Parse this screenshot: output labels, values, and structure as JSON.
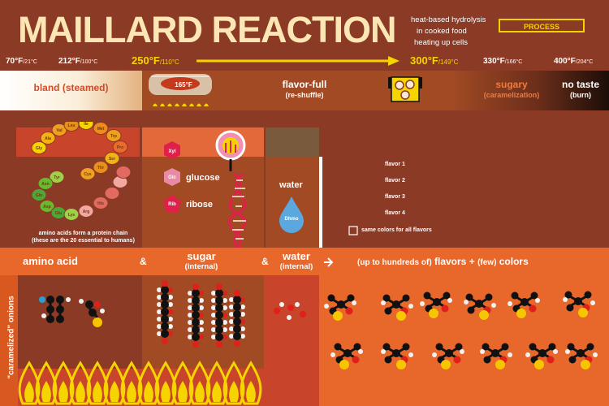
{
  "header": {
    "title": "MAILLARD REACTION",
    "description": [
      "heat-based hydrolysis",
      "in cooked food",
      "heating up cells"
    ],
    "process_label": "PROCESS"
  },
  "temperatures": [
    {
      "f": "70°F",
      "c": "/21°C",
      "hot": false
    },
    {
      "f": "212°F",
      "c": "/100°C",
      "hot": false
    },
    {
      "f": "250°F",
      "c": "/110°C",
      "hot": true
    },
    {
      "f": "300°F",
      "c": "/149°C",
      "hot": true
    },
    {
      "f": "330°F",
      "c": "/166°C",
      "hot": false
    },
    {
      "f": "400°F",
      "c": "/204°C",
      "hot": false
    }
  ],
  "stages": {
    "bland": "bland (steamed)",
    "pot_temp": "165°F",
    "flavor_full": "flavor-full",
    "flavor_full_sub": "(re-shuffle)",
    "sugary": "sugary",
    "sugary_sub": "(caramelization)",
    "no_taste": "no taste",
    "no_taste_sub": "(burn)"
  },
  "amino_acids": {
    "top": [
      "Gly",
      "Ala",
      "Val",
      "Leu",
      "Ile",
      "Met",
      "Trp",
      "Pro",
      "Ser",
      "Thr",
      "Cys"
    ],
    "bottom": [
      "Tyr",
      "Asn",
      "Gln",
      "Asp",
      "Glu",
      "Lys",
      "Arg",
      "His"
    ],
    "caption_1": "amino acids form a protein chain",
    "caption_2": "(these are the 20 essential to humans)"
  },
  "sugars": [
    {
      "abbr": "Xyl",
      "name": ""
    },
    {
      "abbr": "Glc",
      "name": "glucose"
    },
    {
      "abbr": "Rib",
      "name": "ribose"
    }
  ],
  "water": {
    "label": "water",
    "drop": "Dhmo"
  },
  "flavors": {
    "items": [
      "flavor 1",
      "flavor 2",
      "flavor 3",
      "flavor 4"
    ],
    "checkbox_label": "same colors for all flavors",
    "checked": false
  },
  "bar": {
    "amino_acid": "amino acid",
    "amp": "&",
    "sugar": "sugar",
    "sugar_sub": "(internal)",
    "water": "water",
    "water_sub": "(internal)",
    "result_prefix": "(up to hundreds of)",
    "result_main": "flavors",
    "result_plus": "+",
    "result_paren": "(few)",
    "result_colors": "colors"
  },
  "side_label": "\"caramelized\" onions",
  "colors": {
    "background": "#8a3a25",
    "bar": "#e8672b",
    "accent_yellow": "#f5d400",
    "carbon": "#111111",
    "oxygen": "#e0201b",
    "hydrogen": "#f1f1f1",
    "sulfur": "#f6c700",
    "nitrogen": "#2a9fd6"
  }
}
